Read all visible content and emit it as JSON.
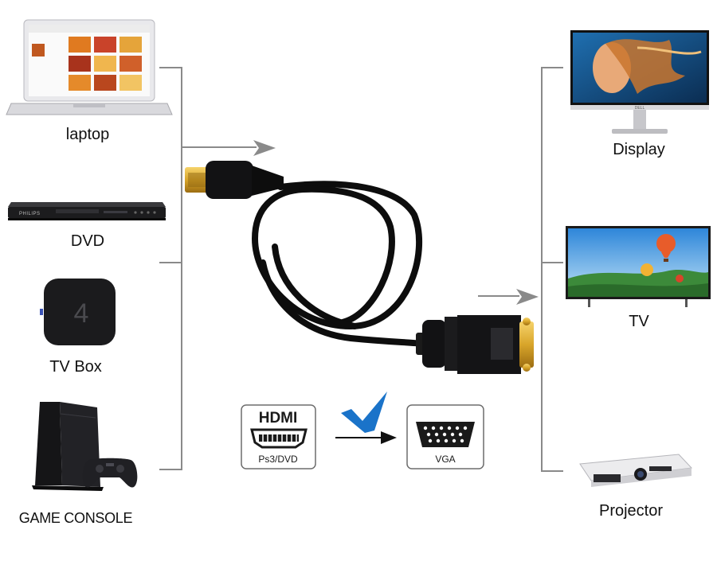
{
  "sources": [
    {
      "id": "laptop",
      "label": "laptop"
    },
    {
      "id": "dvd",
      "label": "DVD"
    },
    {
      "id": "tv-box",
      "label": "TV Box",
      "box_glyph": "4"
    },
    {
      "id": "game-console",
      "label": "GAME CONSOLE"
    }
  ],
  "outputs": [
    {
      "id": "display",
      "label": "Display",
      "brand": "DELL"
    },
    {
      "id": "tv",
      "label": "TV"
    },
    {
      "id": "projector",
      "label": "Projector"
    }
  ],
  "dvd_brand": "PHILIPS",
  "badges": {
    "hdmi_title": "HDMI",
    "hdmi_sub": "Ps3/DVD",
    "vga_sub": "VGA"
  },
  "colors": {
    "line": "#8a8a8a",
    "arrow": "#8a8a8a",
    "check": "#1a73c9",
    "cable": "#0d0d0d",
    "gold": "#d8a52a"
  }
}
